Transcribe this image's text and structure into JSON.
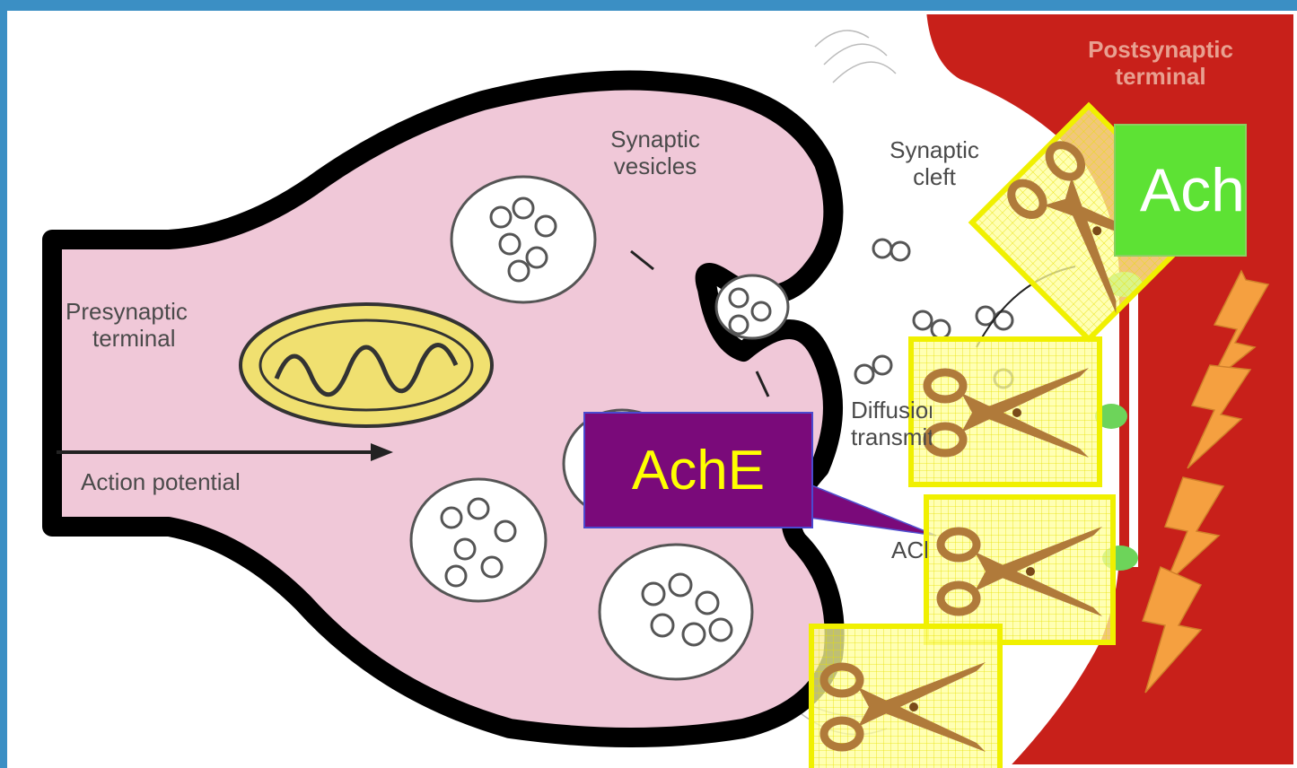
{
  "labels": {
    "synaptic_vesicles": "Synaptic vesicles",
    "synaptic_cleft": "Synaptic cleft",
    "presynaptic_terminal_line1": "Presynaptic",
    "presynaptic_terminal_line2": "terminal",
    "action_potential": "Action potential",
    "diffusion_line1": "Diffusion of",
    "diffusion_line2": "transmitter",
    "ach_small": "ACh",
    "postsynaptic_line1": "Postsynaptic",
    "postsynaptic_line2": "terminal"
  },
  "callouts": {
    "ache": "AchE",
    "ach": "Ach"
  },
  "colors": {
    "frame": "#3b8fc4",
    "presynaptic_fill": "#f0c8d8",
    "postsynaptic_fill": "#c8201a",
    "mitochondrion_fill": "#f0e070",
    "ache_box": "#7a0a7a",
    "ache_text": "#ffff00",
    "ach_box": "#5de234",
    "scissor_box": "#ffff88",
    "scissors": "#b07a3a",
    "lightning": "#f5a040"
  },
  "icons": [
    "scissors-icon",
    "lightning-bolt-icon"
  ]
}
